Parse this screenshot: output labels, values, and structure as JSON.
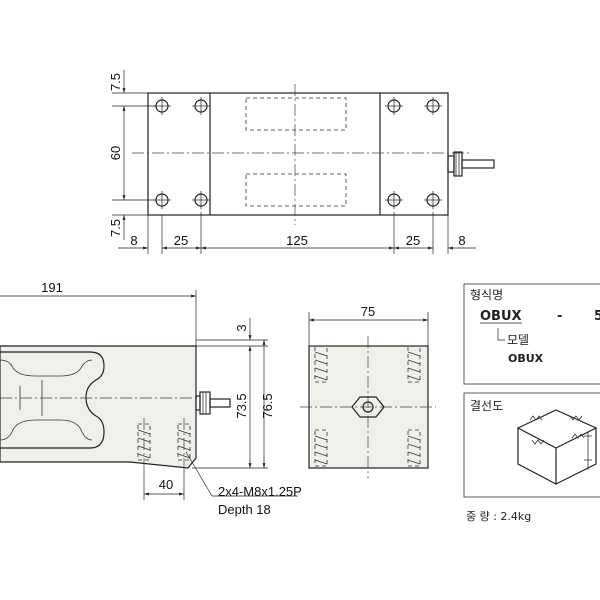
{
  "top_view": {
    "dims_vertical": [
      "7.5",
      "60",
      "7.5"
    ],
    "dims_horizontal": [
      "8",
      "25",
      "125",
      "25",
      "8"
    ]
  },
  "front_view": {
    "length": "191",
    "top_offset": "3",
    "height_inner": "73.5",
    "height_total": "76.5",
    "hole_spacing": "40",
    "hole_spec": "2x4-M8x1.25P",
    "hole_depth": "Depth 18"
  },
  "side_view": {
    "width": "75"
  },
  "info_panel": {
    "model_title": "형식명",
    "model_code": "OBUX",
    "dash": "-",
    "trailing": "5",
    "model_sub": "모델",
    "model_name": "OBUX",
    "wiring_title": "결선도",
    "weight": "중 량 : 2.4kg"
  }
}
